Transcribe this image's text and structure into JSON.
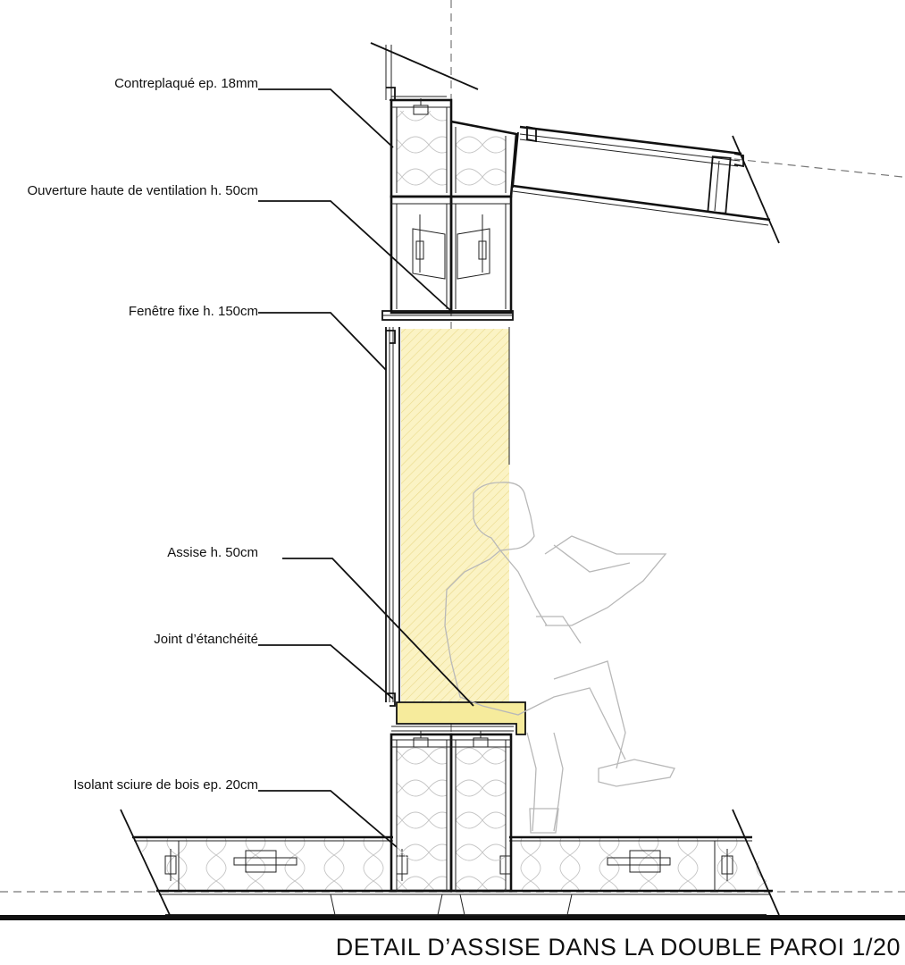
{
  "title": "DETAIL D’ASSISE DANS LA DOUBLE PAROI 1/20",
  "callouts": [
    {
      "id": "contreplaque",
      "text": "Contreplaqué ep. 18mm"
    },
    {
      "id": "ventilation",
      "text": "Ouverture haute de ventilation h. 50cm"
    },
    {
      "id": "fenetre",
      "text": "Fenêtre fixe h. 150cm"
    },
    {
      "id": "assise",
      "text": "Assise h. 50cm"
    },
    {
      "id": "joint",
      "text": "Joint d’étanchéité"
    },
    {
      "id": "isolant",
      "text": "Isolant sciure de bois ep. 20cm"
    }
  ],
  "colors": {
    "line": "#111111",
    "glazing_highlight": "#fbf3c4",
    "glazing_hatch": "#e9d98a",
    "seat_fill": "#f6eb9c",
    "ghost_figure": "#b8b8b8",
    "insulation_pattern": "#c4c4c4"
  }
}
